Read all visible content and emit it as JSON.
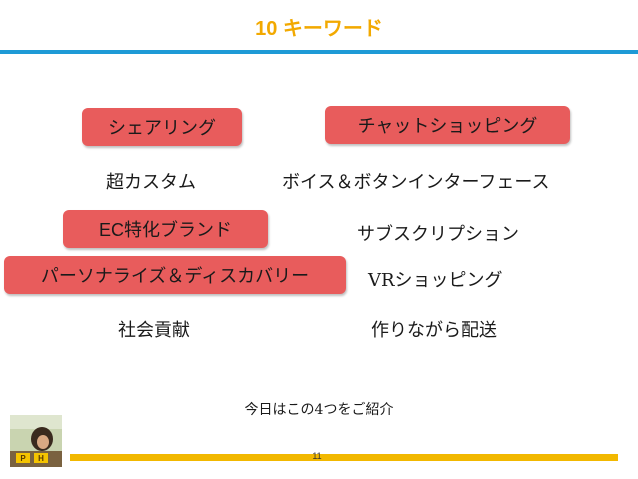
{
  "slide": {
    "title": "10 キーワード",
    "page_number": "11",
    "note": "今日はこの4つをご紹介"
  },
  "keywords": {
    "sharing": "シェアリング",
    "chat_shopping": "チャットショッピング",
    "custom": "超カスタム",
    "voice_button": "ボイス＆ボタンインターフェース",
    "ec_brand": "EC特化ブランド",
    "subscription": "サブスクリプション",
    "personalize": "パーソナライズ＆ディスカバリー",
    "vr_shopping": "VRショッピング",
    "social": "社会貢献",
    "delivery": "作りながら配送"
  },
  "colors": {
    "title": "#f2a900",
    "title_rule": "#1e9ad6",
    "highlight": "#e85c5c",
    "footer_bar": "#f2b800"
  },
  "avatar_initials": "P H"
}
